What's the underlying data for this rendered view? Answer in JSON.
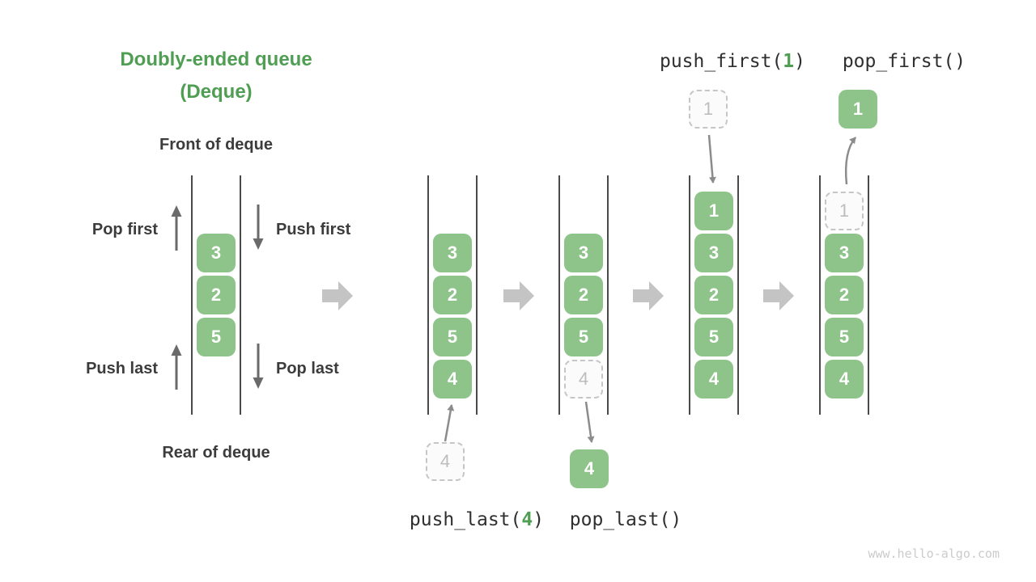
{
  "title": {
    "line1": "Doubly-ended queue",
    "line2": "(Deque)"
  },
  "deque_labels": {
    "front": "Front of deque",
    "rear": "Rear of deque",
    "pop_first": "Pop first",
    "push_first": "Push first",
    "push_last": "Push last",
    "pop_last": "Pop last"
  },
  "operations": {
    "push_last": {
      "prefix": "push_last(",
      "arg": "4",
      "suffix": ")"
    },
    "pop_last": {
      "text": "pop_last()"
    },
    "push_first": {
      "prefix": "push_first(",
      "arg": "1",
      "suffix": ")"
    },
    "pop_first": {
      "text": "pop_first()"
    }
  },
  "queues": [
    {
      "name": "deque-initial",
      "cells": [
        {
          "value": "3"
        },
        {
          "value": "2"
        },
        {
          "value": "5"
        }
      ]
    },
    {
      "name": "deque-after-push-last",
      "cells": [
        {
          "value": "3"
        },
        {
          "value": "2"
        },
        {
          "value": "5"
        },
        {
          "value": "4"
        }
      ]
    },
    {
      "name": "deque-after-pop-last",
      "cells": [
        {
          "value": "3"
        },
        {
          "value": "2"
        },
        {
          "value": "5"
        },
        {
          "value": "4",
          "ghost": true
        }
      ]
    },
    {
      "name": "deque-after-push-first",
      "cells": [
        {
          "value": "1"
        },
        {
          "value": "3"
        },
        {
          "value": "2"
        },
        {
          "value": "5"
        },
        {
          "value": "4"
        }
      ]
    },
    {
      "name": "deque-after-pop-first",
      "cells": [
        {
          "value": "1",
          "ghost": true
        },
        {
          "value": "3"
        },
        {
          "value": "2"
        },
        {
          "value": "5"
        },
        {
          "value": "4"
        }
      ]
    }
  ],
  "floating": {
    "push_last_item": "4",
    "pop_last_item": "4",
    "push_first_item": "1",
    "pop_first_item": "1"
  },
  "watermark": "www.hello-algo.com",
  "colors": {
    "title_green": "#4f9e53",
    "cell_green": "#8ec48a",
    "label_dark": "#3c3c3c",
    "wall_gray": "#4a4a4a",
    "side_arrow_gray": "#6a6a6a",
    "connector_gray": "#8c8c8c",
    "flow_arrow_gray": "#c4c4c4",
    "ghost_gray": "#bdbdbd",
    "watermark_gray": "#cbcbcb"
  }
}
